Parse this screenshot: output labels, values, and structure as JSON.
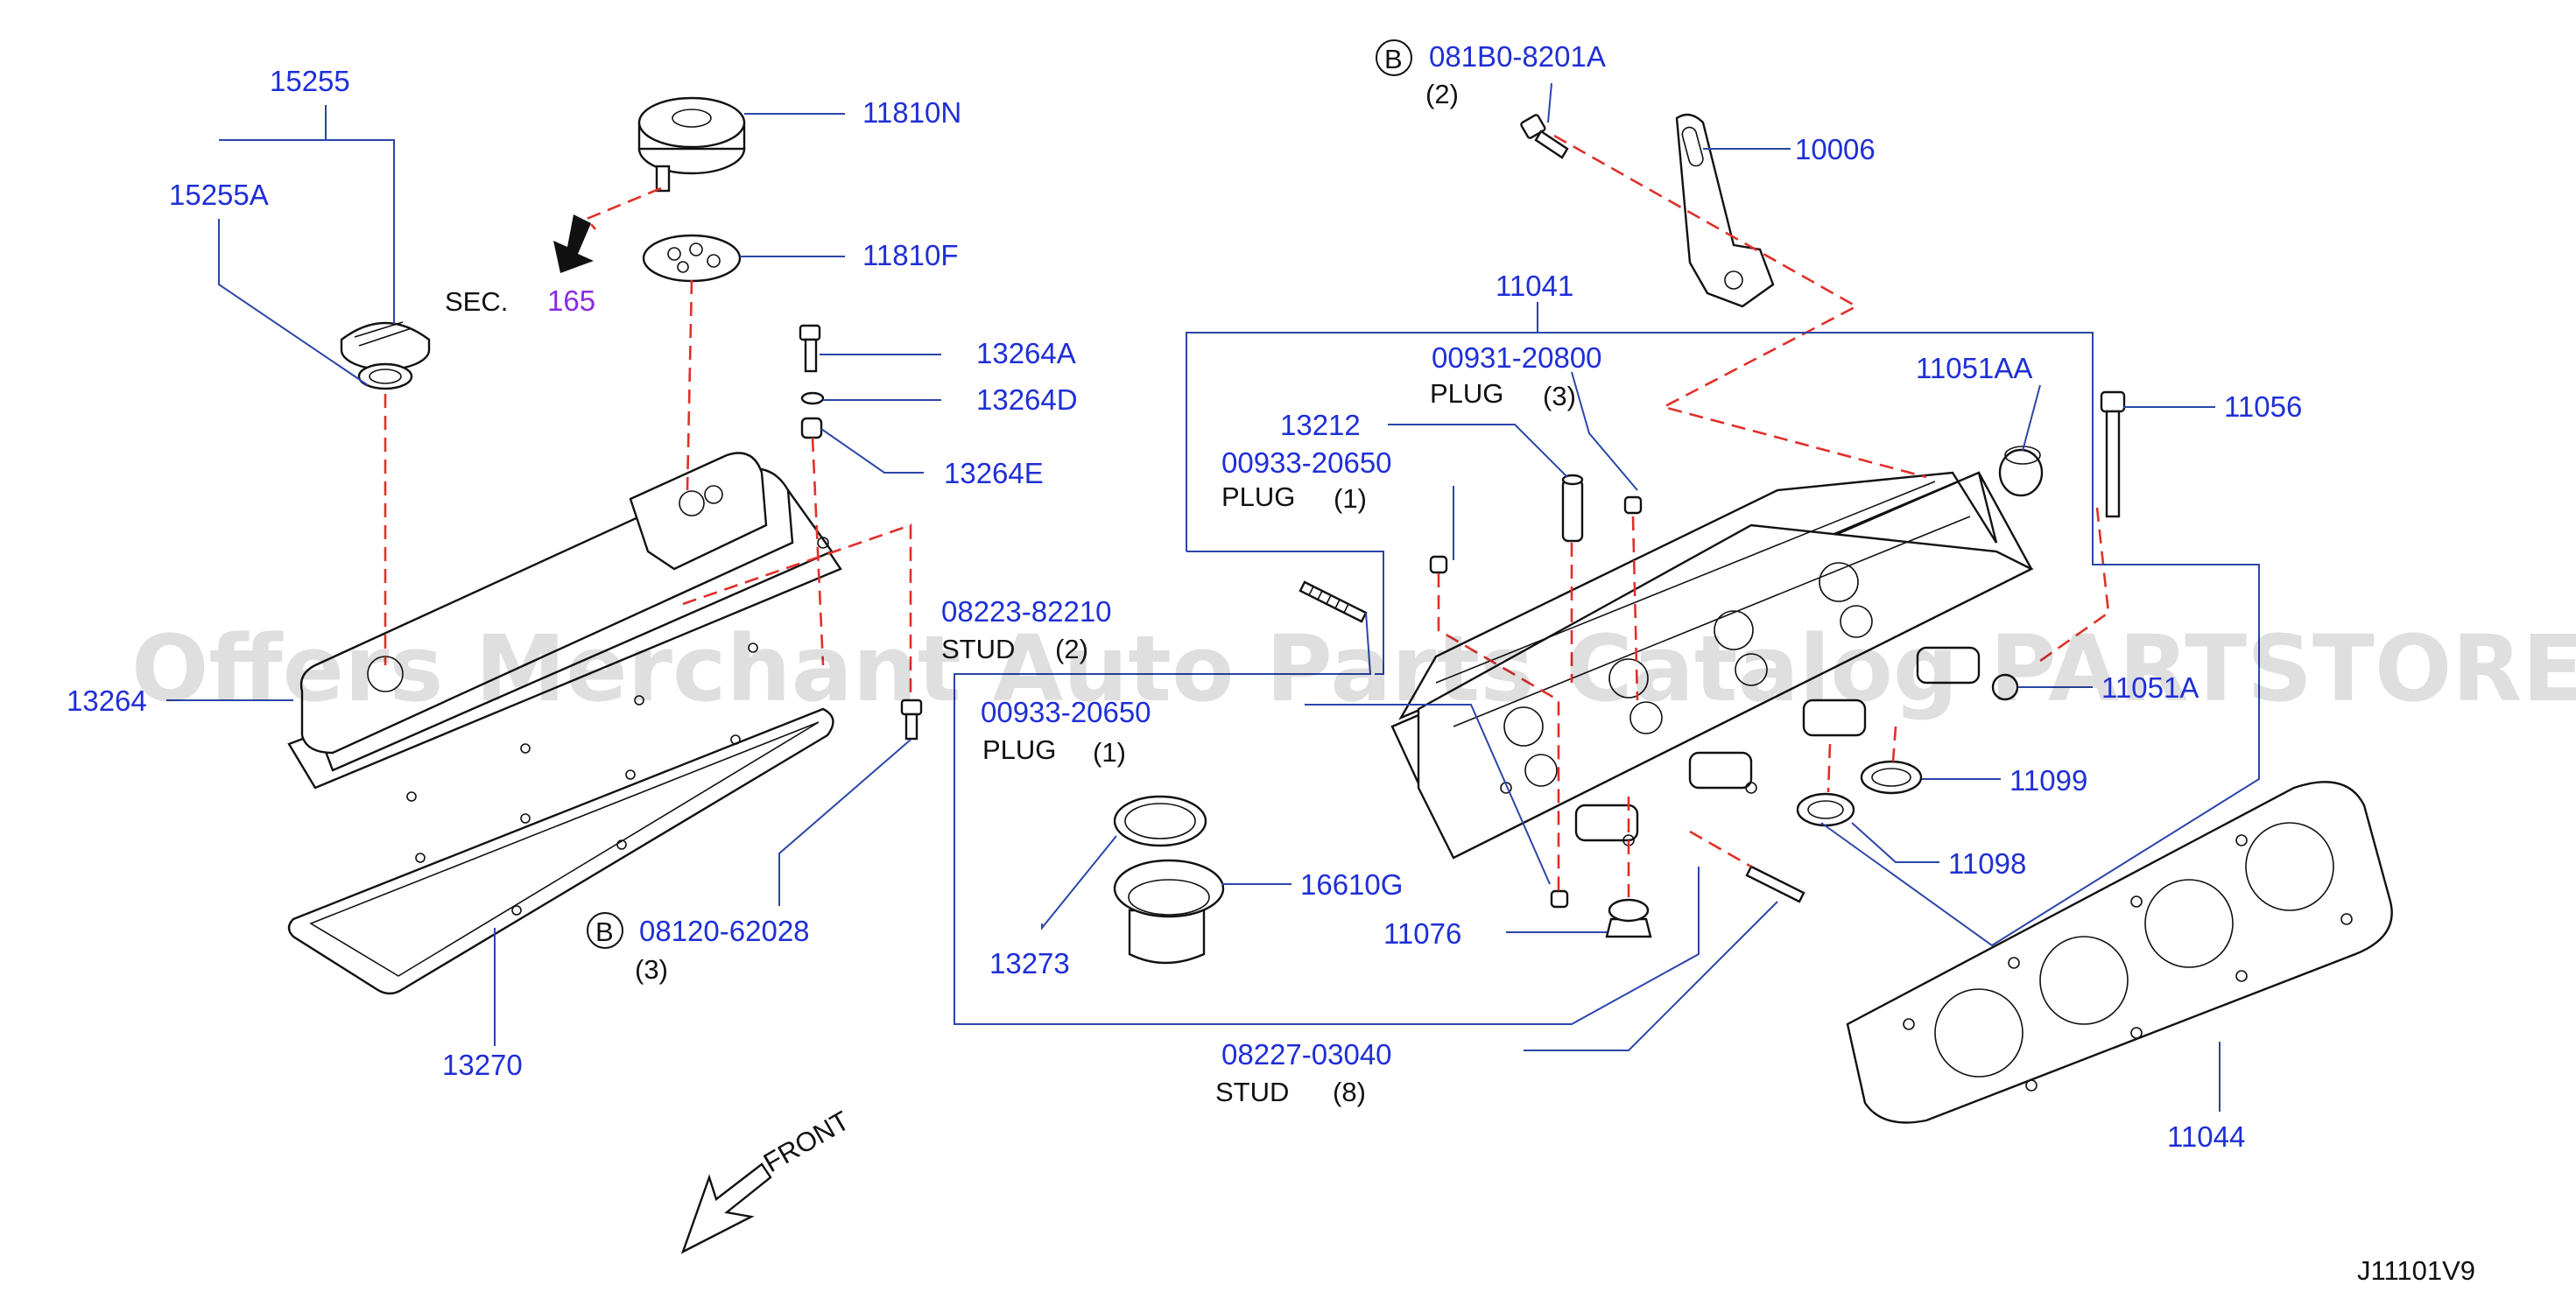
{
  "diagram_code": "J11101V9",
  "watermark": "Offers Merchant Auto Parts Catalog PARTSTORE.SA",
  "section_ref": {
    "prefix": "SEC.",
    "number": "165"
  },
  "front_label": "FRONT",
  "callout_symbol": "B",
  "labels": {
    "p15255": "15255",
    "p15255A": "15255A",
    "p11810N": "11810N",
    "p11810F": "11810F",
    "p13264A": "13264A",
    "p13264D": "13264D",
    "p13264E": "13264E",
    "p13264": "13264",
    "p13270": "13270",
    "p08120": "08120-62028",
    "p08120_qty": "(3)",
    "p08223": "08223-82210",
    "p08223_desc": "STUD",
    "p08223_qty": "(2)",
    "p00933b": "00933-20650",
    "p00933b_desc": "PLUG",
    "p00933b_qty": "(1)",
    "p13273": "13273",
    "p16610G": "16610G",
    "p08227": "08227-03040",
    "p08227_desc": "STUD",
    "p08227_qty": "(8)",
    "p081B0": "081B0-8201A",
    "p081B0_qty": "(2)",
    "p10006": "10006",
    "p11041": "11041",
    "p00931": "00931-20800",
    "p00931_desc": "PLUG",
    "p00931_qty": "(3)",
    "p13212": "13212",
    "p00933a": "00933-20650",
    "p00933a_desc": "PLUG",
    "p00933a_qty": "(1)",
    "p11051AA": "11051AA",
    "p11056": "11056",
    "p11051A": "11051A",
    "p11099": "11099",
    "p11098": "11098",
    "p11076": "11076",
    "p11044": "11044"
  }
}
